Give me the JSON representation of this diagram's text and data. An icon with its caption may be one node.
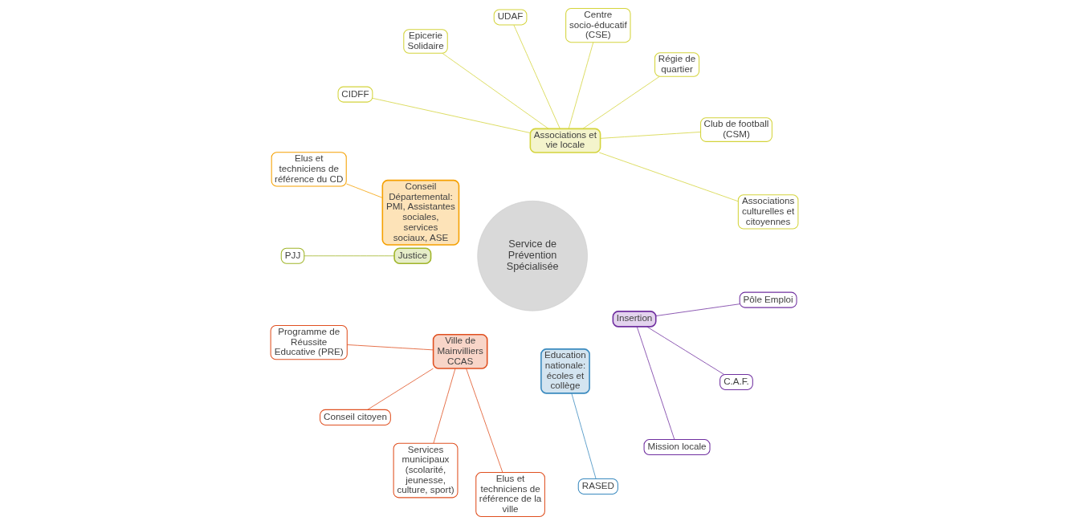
{
  "diagram": {
    "nodes": [
      {
        "text": [
          "Service de Prévention Spécialisée"
        ]
      },
      {
        "text": [
          "Associations et vie locale"
        ]
      },
      {
        "text": [
          "Associations culturelles et citoyennes"
        ]
      },
      {
        "text": [
          "Club de football (CSM)"
        ]
      },
      {
        "text": [
          "Régie de quartier"
        ]
      },
      {
        "text": [
          "Centre socio-éducatif (CSE)"
        ]
      },
      {
        "text": [
          "UDAF"
        ]
      },
      {
        "text": [
          "Epicerie Solidaire"
        ]
      },
      {
        "text": [
          "CIDFF"
        ]
      },
      {
        "text": [
          "Conseil Départemental: PMI, Assistantes sociales, services sociaux, ASE"
        ]
      },
      {
        "text": [
          "Elus et techniciens de référence du CD"
        ]
      },
      {
        "text": [
          "Justice"
        ]
      },
      {
        "text": [
          "PJJ"
        ]
      },
      {
        "text": [
          "Ville de Mainvilliers CCAS"
        ]
      },
      {
        "text": [
          "Programme de Réussite Educative (PRE)"
        ]
      },
      {
        "text": [
          "Conseil citoyen"
        ]
      },
      {
        "text": [
          "Services municipaux (scolarité, jeunesse, culture, sport)"
        ]
      },
      {
        "text": [
          "Elus et techniciens de référence de la ville"
        ]
      },
      {
        "text": [
          "Education nationale: écoles et collège"
        ]
      },
      {
        "text": [
          "RASED"
        ]
      },
      {
        "text": [
          "Insertion"
        ]
      },
      {
        "text": [
          "Mission locale"
        ]
      },
      {
        "text": [
          "C.A.F."
        ]
      },
      {
        "text": [
          "Pôle Emploi"
        ]
      }
    ],
    "edges": [
      {
        "from": 1,
        "to": 2,
        "arrow": "none",
        "color": "#d4d43c"
      },
      {
        "from": 1,
        "to": 3,
        "arrow": "none",
        "color": "#d4d43c"
      },
      {
        "from": 1,
        "to": 4,
        "arrow": "none",
        "color": "#d4d43c"
      },
      {
        "from": 1,
        "to": 5,
        "arrow": "none",
        "color": "#d4d43c"
      },
      {
        "from": 1,
        "to": 6,
        "arrow": "none",
        "color": "#d4d43c"
      },
      {
        "from": 1,
        "to": 7,
        "arrow": "none",
        "color": "#d4d43c"
      },
      {
        "from": 1,
        "to": 8,
        "arrow": "none",
        "color": "#d4d43c"
      },
      {
        "from": 9,
        "to": 10,
        "arrow": "none",
        "color": "#f5a000"
      },
      {
        "from": 11,
        "to": 12,
        "arrow": "none",
        "color": "#a0b52a"
      },
      {
        "from": 13,
        "to": 14,
        "arrow": "none",
        "color": "#e05020"
      },
      {
        "from": 13,
        "to": 15,
        "arrow": "none",
        "color": "#e05020"
      },
      {
        "from": 13,
        "to": 16,
        "arrow": "none",
        "color": "#e05020"
      },
      {
        "from": 13,
        "to": 17,
        "arrow": "none",
        "color": "#e05020"
      },
      {
        "from": 18,
        "to": 19,
        "arrow": "none",
        "color": "#3a8abf"
      },
      {
        "from": 20,
        "to": 21,
        "arrow": "none",
        "color": "#7030a0"
      },
      {
        "from": 20,
        "to": 22,
        "arrow": "none",
        "color": "#7030a0"
      },
      {
        "from": 20,
        "to": 23,
        "arrow": "none",
        "color": "#7030a0"
      }
    ]
  }
}
